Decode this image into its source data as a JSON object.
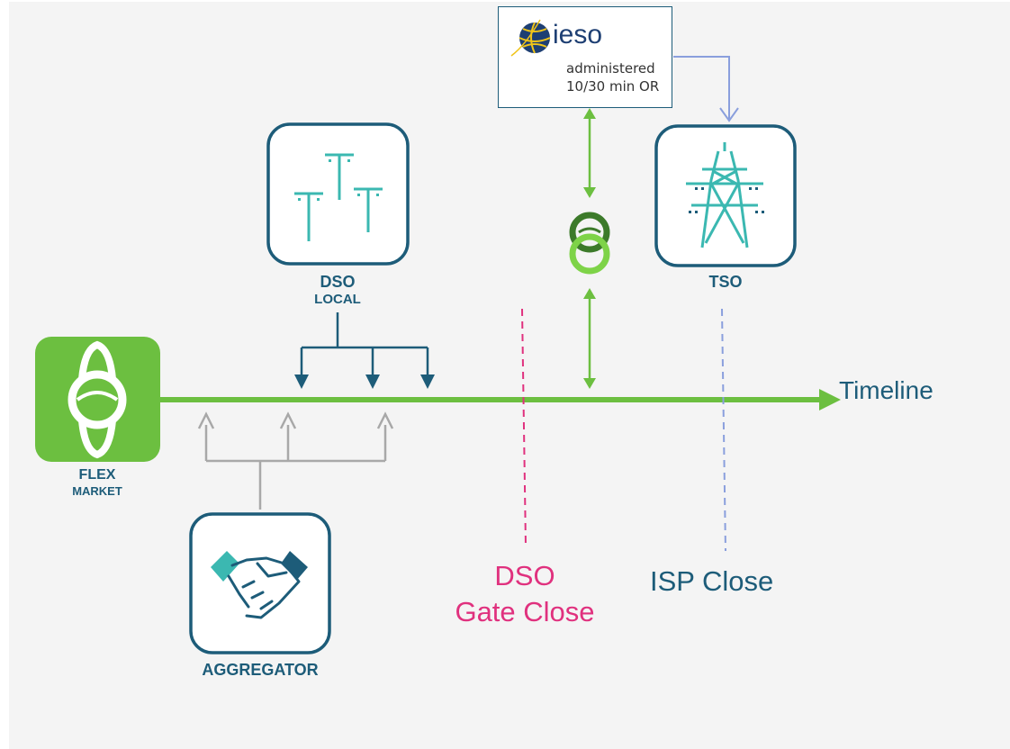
{
  "colors": {
    "teal_dark": "#1d5c79",
    "teal_light": "#3bb8b1",
    "green": "#6cbf40",
    "green_dark": "#3c7a2a",
    "magenta": "#e0317e",
    "lavender": "#8a9fdd",
    "gray": "#a8a8a8",
    "ieso_navy": "#1e3f73",
    "ieso_gold": "#f0c419"
  },
  "nodes": {
    "flex_market": {
      "line1": "FLEX",
      "line2": "MARKET",
      "icon": "flex-market-icon"
    },
    "dso": {
      "line1": "DSO",
      "line2": "LOCAL",
      "icon": "utility-poles-icon"
    },
    "tso": {
      "label": "TSO",
      "icon": "transmission-tower-icon"
    },
    "aggregator": {
      "label": "AGGREGATOR",
      "icon": "handshake-icon"
    },
    "ieso": {
      "brand": "ieso",
      "line1": "administered",
      "line2": "10/30 min OR",
      "icon": "ieso-globe-logo"
    }
  },
  "timeline": {
    "label": "Timeline"
  },
  "markers": {
    "dso_gate_close": {
      "line1": "DSO",
      "line2": "Gate Close"
    },
    "isp_close": {
      "label": "ISP Close"
    }
  }
}
